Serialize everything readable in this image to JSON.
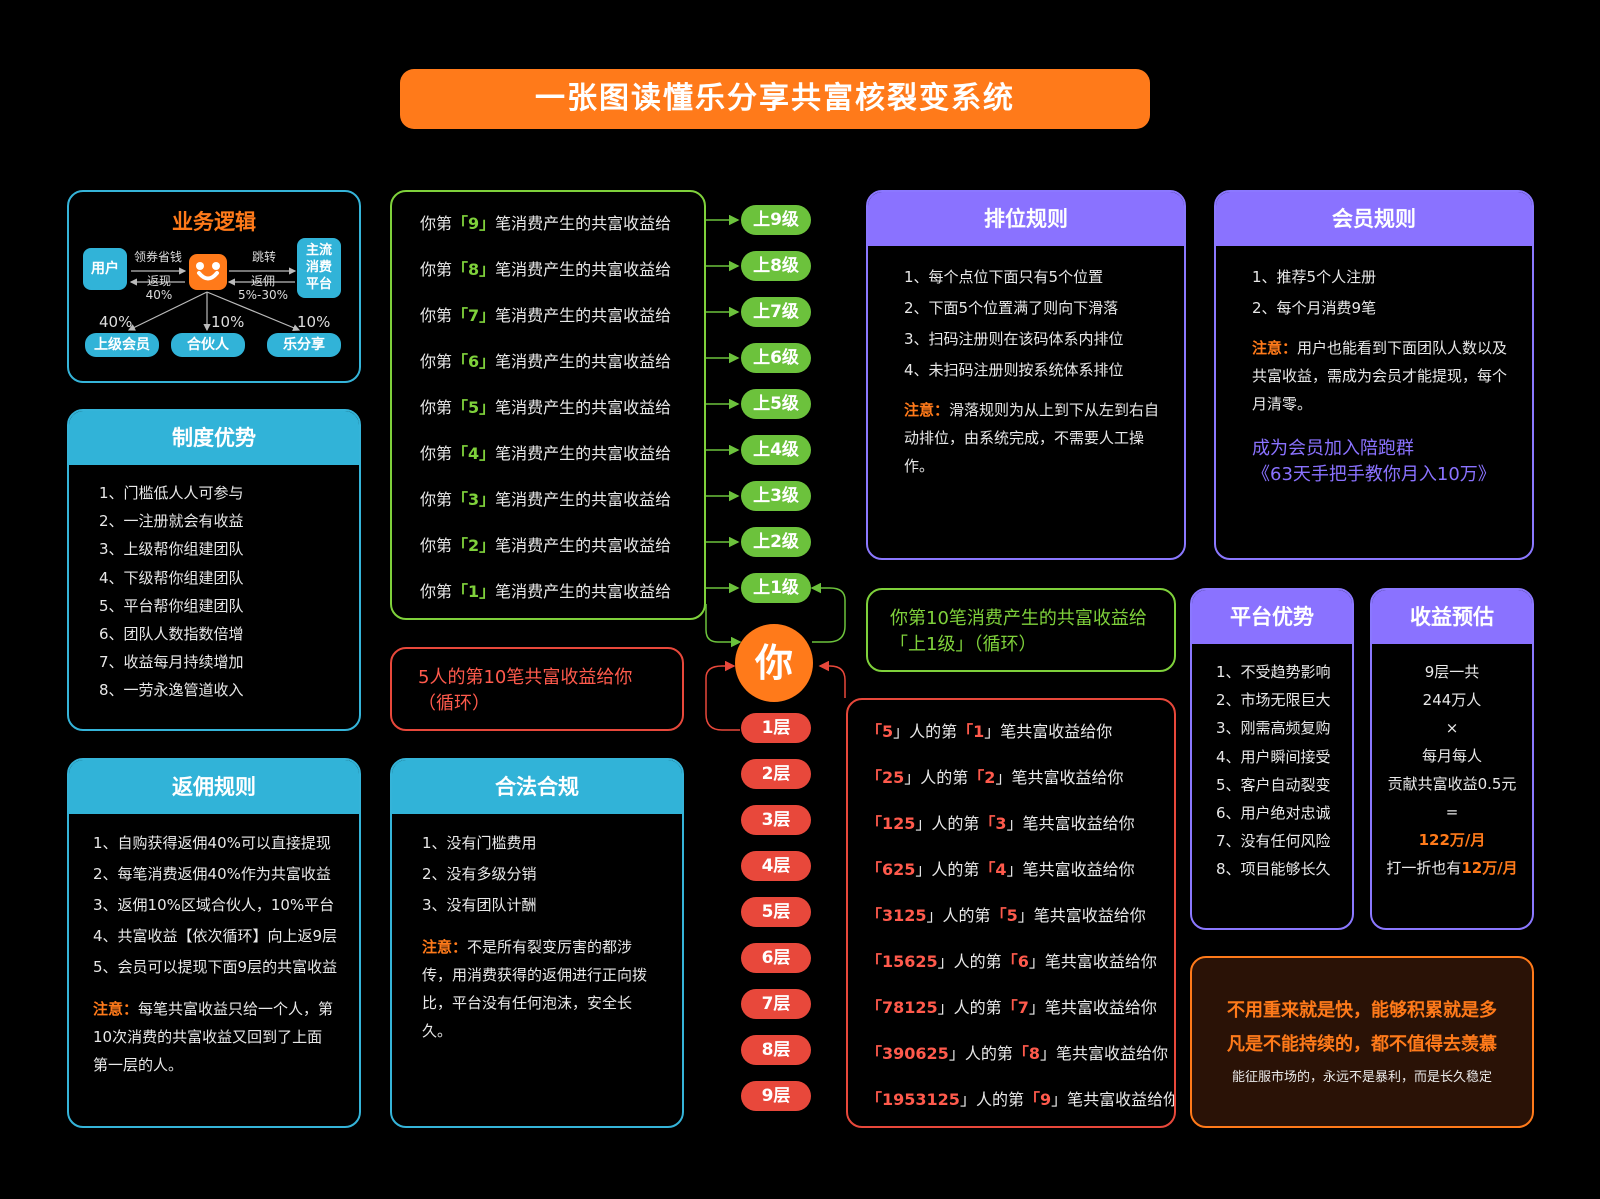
{
  "title": "一张图读懂乐分享共富核裂变系统",
  "business": {
    "title": "业务逻辑",
    "user": "用户",
    "platform": [
      "主流",
      "消费",
      "平台"
    ],
    "coupon": "领券省钱",
    "jump": "跳转",
    "rebate_left": [
      "返现",
      "40%"
    ],
    "rebate_right": [
      "返佣",
      "5%-30%"
    ],
    "pct_left": "40%",
    "pct_mid": "10%",
    "pct_right": "10%",
    "upper": "上级会员",
    "partner": "合伙人",
    "share": "乐分享"
  },
  "system": {
    "title": "制度优势",
    "items": [
      "1、门槛低人人可参与",
      "2、一注册就会有收益",
      "3、上级帮你组建团队",
      "4、下级帮你组建团队",
      "5、平台帮你组建团队",
      "6、团队人数指数倍增",
      "7、收益每月持续增加",
      "8、一劳永逸管道收入"
    ]
  },
  "commission": {
    "title": "返佣规则",
    "items": [
      "1、自购获得返佣40%可以直接提现",
      "2、每笔消费返佣40%作为共富收益",
      "3、返佣10%区域合伙人，10%平台",
      "4、共富收益【依次循环】向上返9层",
      "5、会员可以提现下面9层的共富收益"
    ],
    "note_key": "注意：",
    "note": "每笔共富收益只给一个人，第10次消费的共富收益又回到了上面第一层的人。"
  },
  "legal": {
    "title": "合法合规",
    "items": [
      "1、没有门槛费用",
      "2、没有多级分销",
      "3、没有团队计酬"
    ],
    "note_key": "注意：",
    "note": "不是所有裂变厉害的都涉传，用消费获得的返佣进行正向拨比，平台没有任何泡沫，安全长久。"
  },
  "levels": {
    "prefix": "你第「",
    "suffix": "」笔消费产生的共富收益给",
    "rows": [
      {
        "n": "9",
        "badge": "上9级"
      },
      {
        "n": "8",
        "badge": "上8级"
      },
      {
        "n": "7",
        "badge": "上7级"
      },
      {
        "n": "6",
        "badge": "上6级"
      },
      {
        "n": "5",
        "badge": "上5级"
      },
      {
        "n": "4",
        "badge": "上4级"
      },
      {
        "n": "3",
        "badge": "上3级"
      },
      {
        "n": "2",
        "badge": "上2级"
      },
      {
        "n": "1",
        "badge": "上1级"
      }
    ]
  },
  "loop_left": "5人的第10笔共富收益给你（循环）",
  "loop_right": "你第10笔消费产生的共富收益给「上1级」（循环）",
  "you": "你",
  "layers": {
    "rows": [
      {
        "badge": "1层",
        "people": "5",
        "n": "1"
      },
      {
        "badge": "2层",
        "people": "25",
        "n": "2"
      },
      {
        "badge": "3层",
        "people": "125",
        "n": "3"
      },
      {
        "badge": "4层",
        "people": "625",
        "n": "4"
      },
      {
        "badge": "5层",
        "people": "3125",
        "n": "5"
      },
      {
        "badge": "6层",
        "people": "15625",
        "n": "6"
      },
      {
        "badge": "7层",
        "people": "78125",
        "n": "7"
      },
      {
        "badge": "8层",
        "people": "390625",
        "n": "8"
      },
      {
        "badge": "9层",
        "people": "1953125",
        "n": "9"
      }
    ],
    "mid": "」人的第「",
    "end": "」笔共富收益给你"
  },
  "ranking": {
    "title": "排位规则",
    "items": [
      "1、每个点位下面只有5个位置",
      "2、下面5个位置满了则向下滑落",
      "3、扫码注册则在该码体系内排位",
      "4、未扫码注册则按系统体系排位"
    ],
    "note_key": "注意：",
    "note": "滑落规则为从上到下从左到右自动排位，由系统完成，不需要人工操作。"
  },
  "member": {
    "title": "会员规则",
    "items": [
      "1、推荐5个人注册",
      "2、每个月消费9笔"
    ],
    "note_key": "注意：",
    "note": "用户也能看到下面团队人数以及共富收益，需成为会员才能提现，每个月清零。",
    "promo": [
      "成为会员加入陪跑群",
      "《63天手把手教你月入10万》"
    ]
  },
  "platform_adv": {
    "title": "平台优势",
    "items": [
      "1、不受趋势影响",
      "2、市场无限巨大",
      "3、刚需高频复购",
      "4、用户瞬间接受",
      "5、客户自动裂变",
      "6、用户绝对忠诚",
      "7、没有任何风险",
      "8、项目能够长久"
    ]
  },
  "income": {
    "title": "收益预估",
    "lines": [
      "9层一共",
      "244万人",
      "×",
      "每月每人",
      "贡献共富收益0.5元",
      "="
    ],
    "result": "122万/月",
    "discount_prefix": "打一折也有",
    "discount": "12万/月"
  },
  "slogan": {
    "line1": "不用重来就是快，能够积累就是多",
    "line2": "凡是不能持续的，都不值得去羡慕",
    "line3": "能征服市场的，永远不是暴利，而是长久稳定"
  },
  "colors": {
    "orange": "#ff7a1a",
    "cyan": "#31b3d8",
    "purple": "#8a72ff",
    "green": "#6cc23c",
    "red": "#e8483b"
  }
}
